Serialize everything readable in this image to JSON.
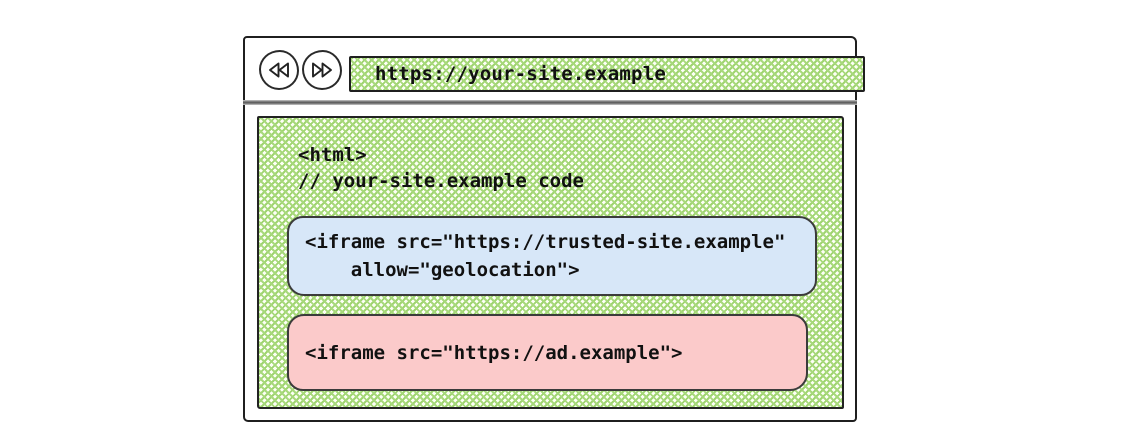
{
  "browser": {
    "url": "https://your-site.example",
    "back_icon": "double-left-triangle",
    "forward_icon": "double-right-triangle"
  },
  "page_code": {
    "lines": [
      "<html>",
      "// your-site.example code"
    ]
  },
  "trusted_iframe": {
    "lines": [
      "<iframe src=\"https://trusted-site.example\"",
      "    allow=\"geolocation\">"
    ],
    "bg_color": "#d7e7f8"
  },
  "ad_iframe": {
    "lines": [
      "<iframe src=\"https://ad.example\">"
    ],
    "bg_color": "#fbcaca"
  },
  "colors": {
    "hatch_green": "#a8d97c",
    "border_dark": "#1f1f1f",
    "trusted_blue": "#d7e7f8",
    "ad_pink": "#fbcaca"
  }
}
